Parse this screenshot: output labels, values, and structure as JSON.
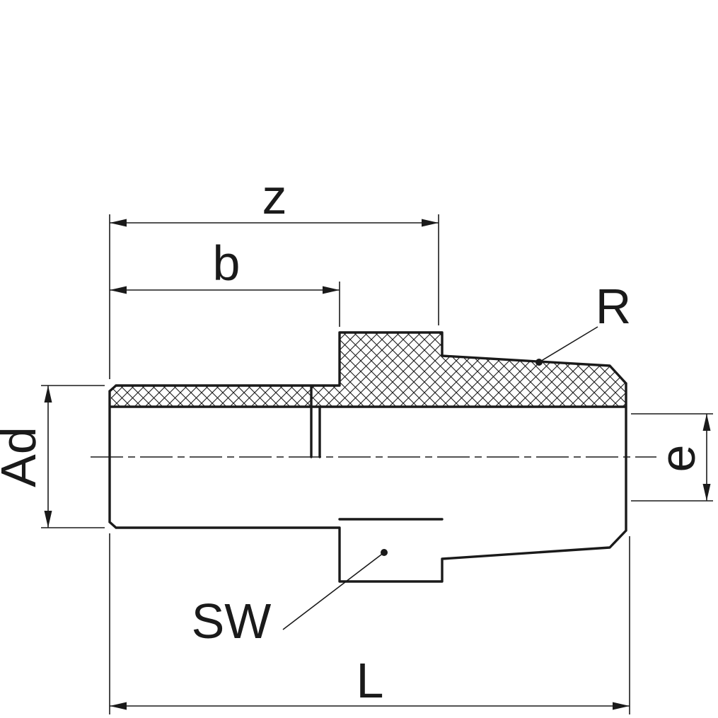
{
  "drawing": {
    "background": "#ffffff",
    "line_color": "#1a1a1a",
    "labels": {
      "z": "z",
      "b": "b",
      "R": "R",
      "Ad": "Ad",
      "e": "e",
      "SW": "SW",
      "L": "L"
    }
  }
}
